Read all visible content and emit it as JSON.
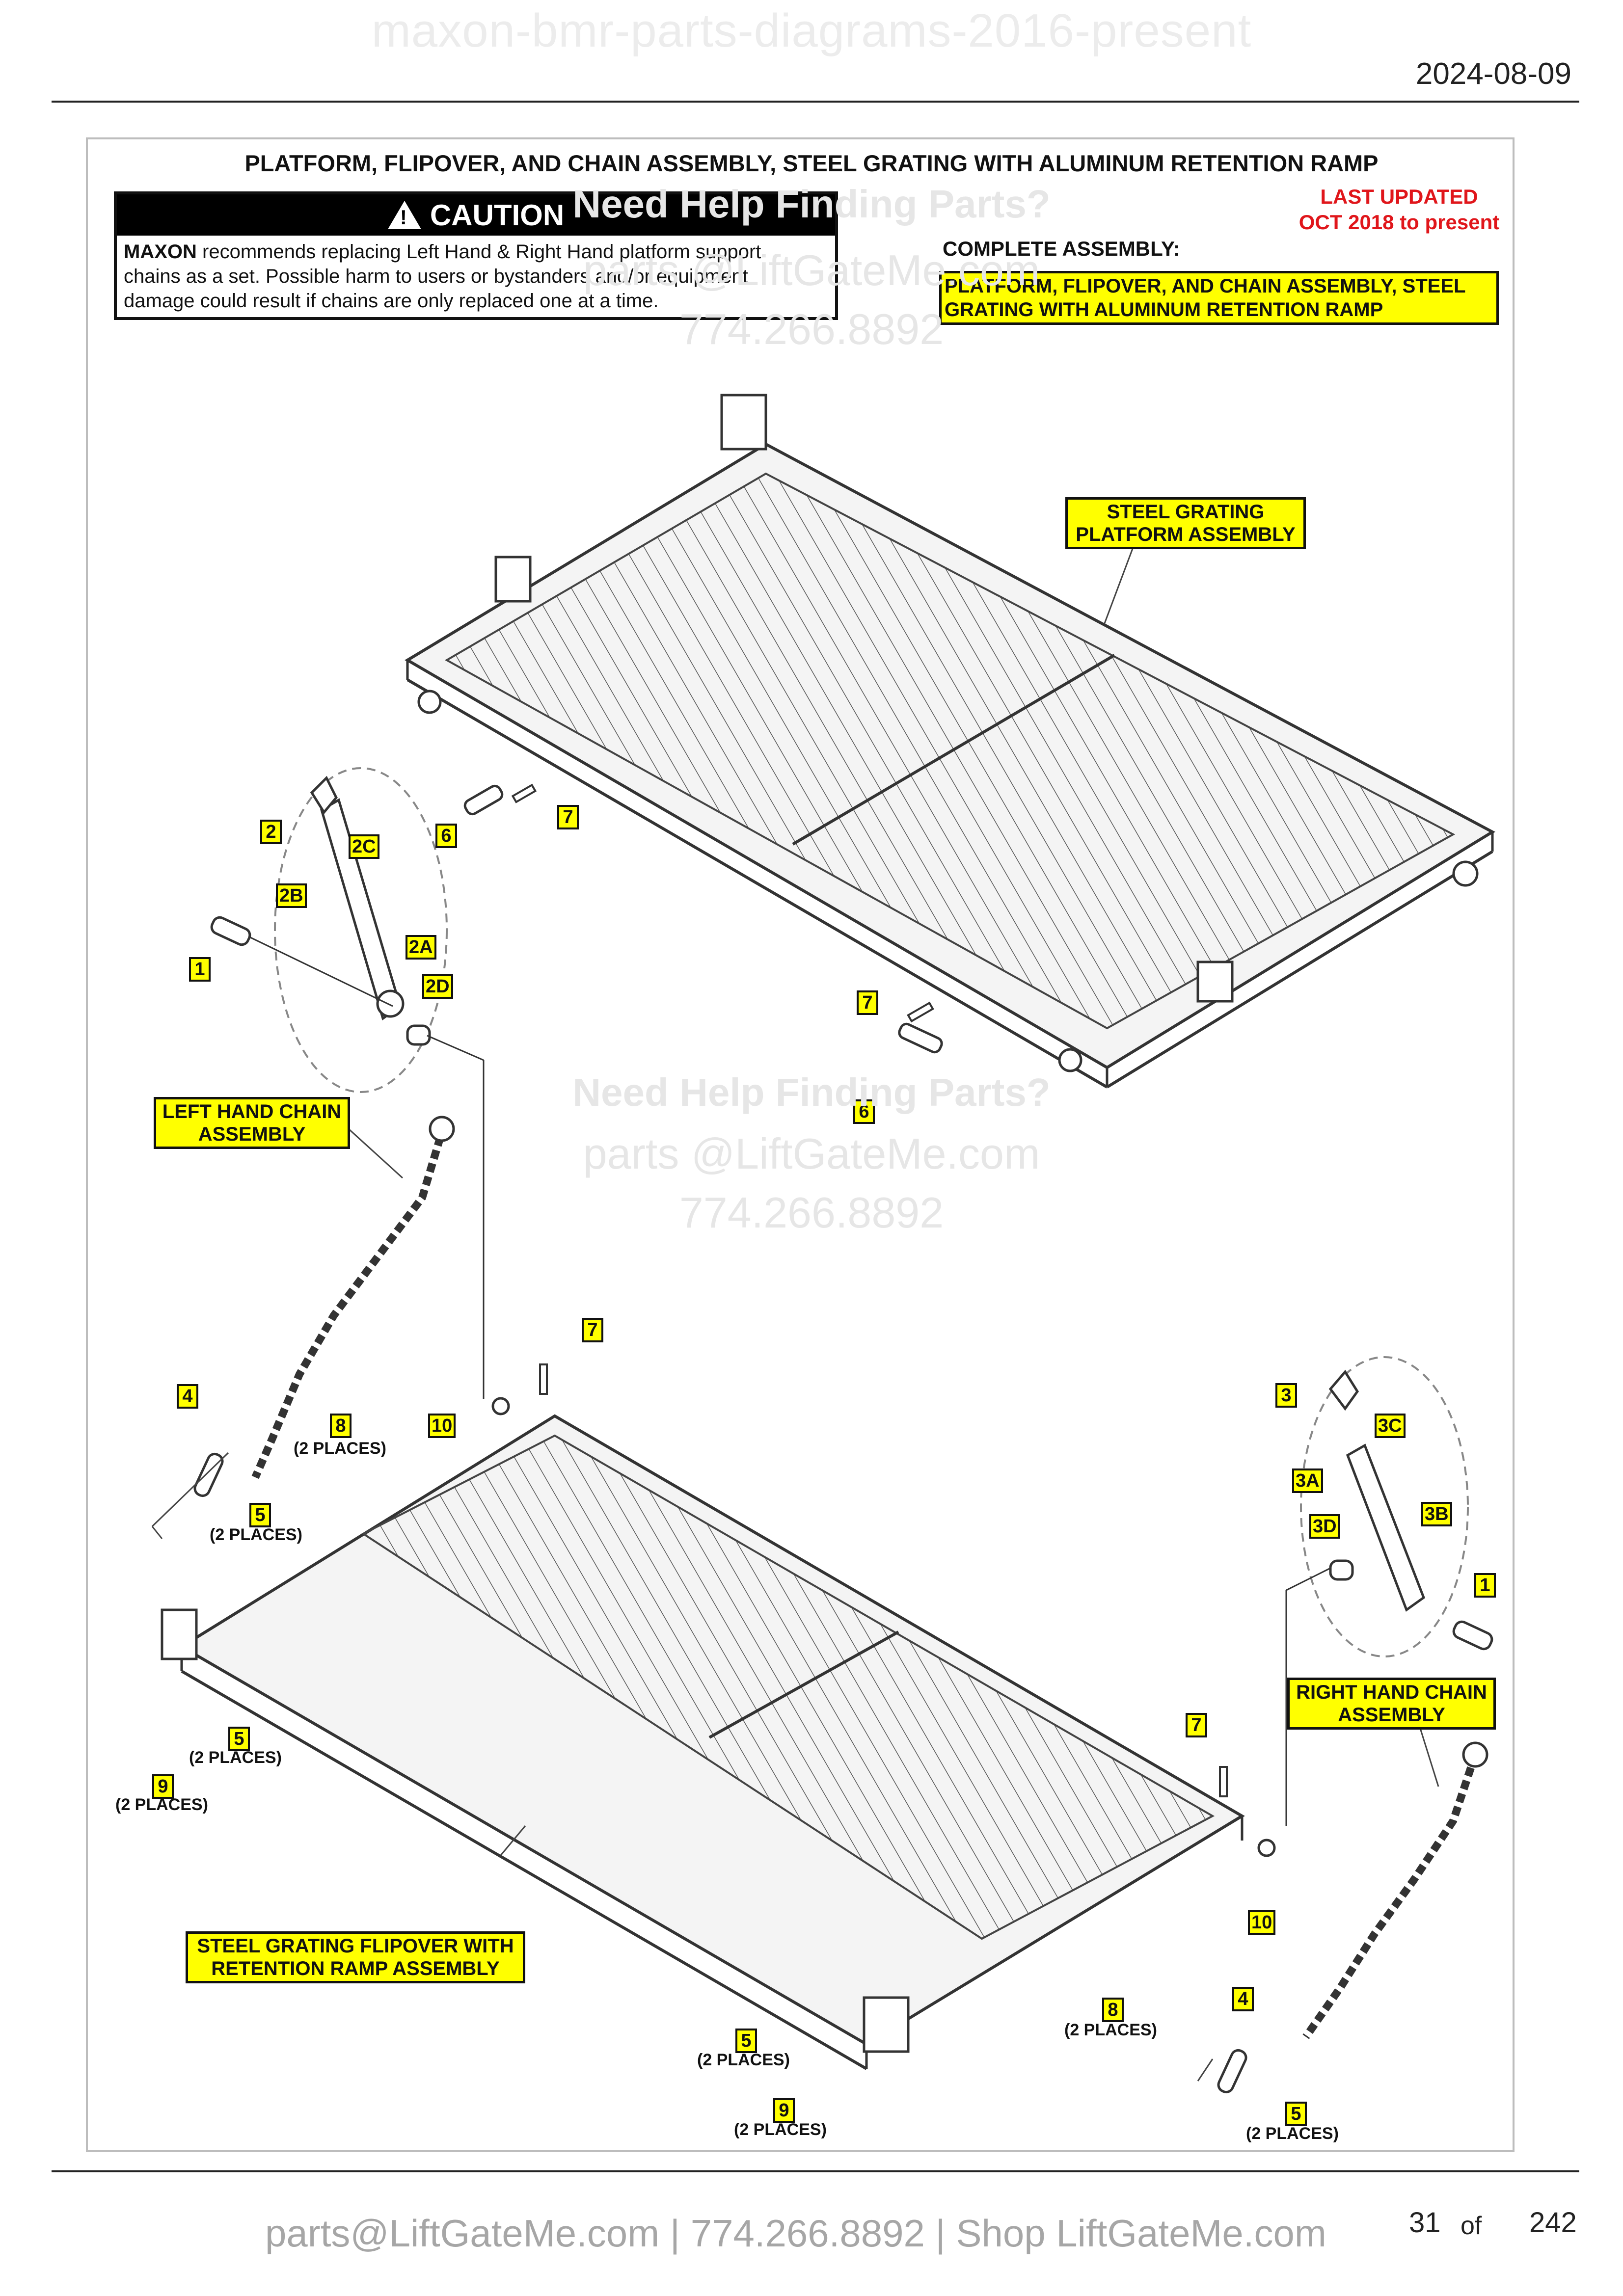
{
  "header": {
    "watermark_title": "maxon-bmr-parts-diagrams-2016-present",
    "date": "2024-08-09"
  },
  "diagram": {
    "title": "PLATFORM, FLIPOVER, AND CHAIN ASSEMBLY, STEEL GRATING WITH ALUMINUM RETENTION RAMP",
    "caution": {
      "heading": "CAUTION",
      "icon": "warning-triangle-icon",
      "brand": "MAXON",
      "line1": "recommends replacing Left Hand & Right Hand platform support",
      "line2": "chains as a set. Possible harm to users or bystanders and/or equipment",
      "line3": "damage could result if chains are only replaced one at a time."
    },
    "last_updated": {
      "line1": "LAST UPDATED",
      "line2": "OCT 2018 to present",
      "color": "#e0161b"
    },
    "complete_assembly": {
      "label": "COMPLETE ASSEMBLY:",
      "line1": "PLATFORM, FLIPOVER, AND CHAIN ASSEMBLY, STEEL",
      "line2": "GRATING WITH ALUMINUM RETENTION RAMP"
    },
    "callouts": {
      "steel_platform": {
        "line1": "STEEL GRATING",
        "line2": "PLATFORM ASSEMBLY"
      },
      "left_chain": {
        "line1": "LEFT HAND CHAIN",
        "line2": "ASSEMBLY"
      },
      "right_chain": {
        "line1": "RIGHT HAND CHAIN",
        "line2": "ASSEMBLY"
      },
      "flipover": {
        "line1": "STEEL GRATING FLIPOVER WITH",
        "line2": "RETENTION RAMP ASSEMBLY"
      }
    },
    "part_tags": {
      "p1": "1",
      "p2": "2",
      "p2a": "2A",
      "p2b": "2B",
      "p2c": "2C",
      "p2d": "2D",
      "p3": "3",
      "p3a": "3A",
      "p3b": "3B",
      "p3c": "3C",
      "p3d": "3D",
      "p4": "4",
      "p5": "5",
      "p6": "6",
      "p7": "7",
      "p8": "8",
      "p9": "9",
      "p10": "10"
    },
    "two_places": "(2 PLACES)",
    "accent_color": "#ffff00"
  },
  "watermarks": {
    "help": "Need Help Finding Parts?",
    "email": "parts @LiftGateMe.com",
    "phone": "774.266.8892"
  },
  "footer": {
    "contact": "parts@LiftGateMe.com | 774.266.8892 | Shop LiftGateMe.com",
    "page": "31",
    "of": "of",
    "total": "242"
  }
}
